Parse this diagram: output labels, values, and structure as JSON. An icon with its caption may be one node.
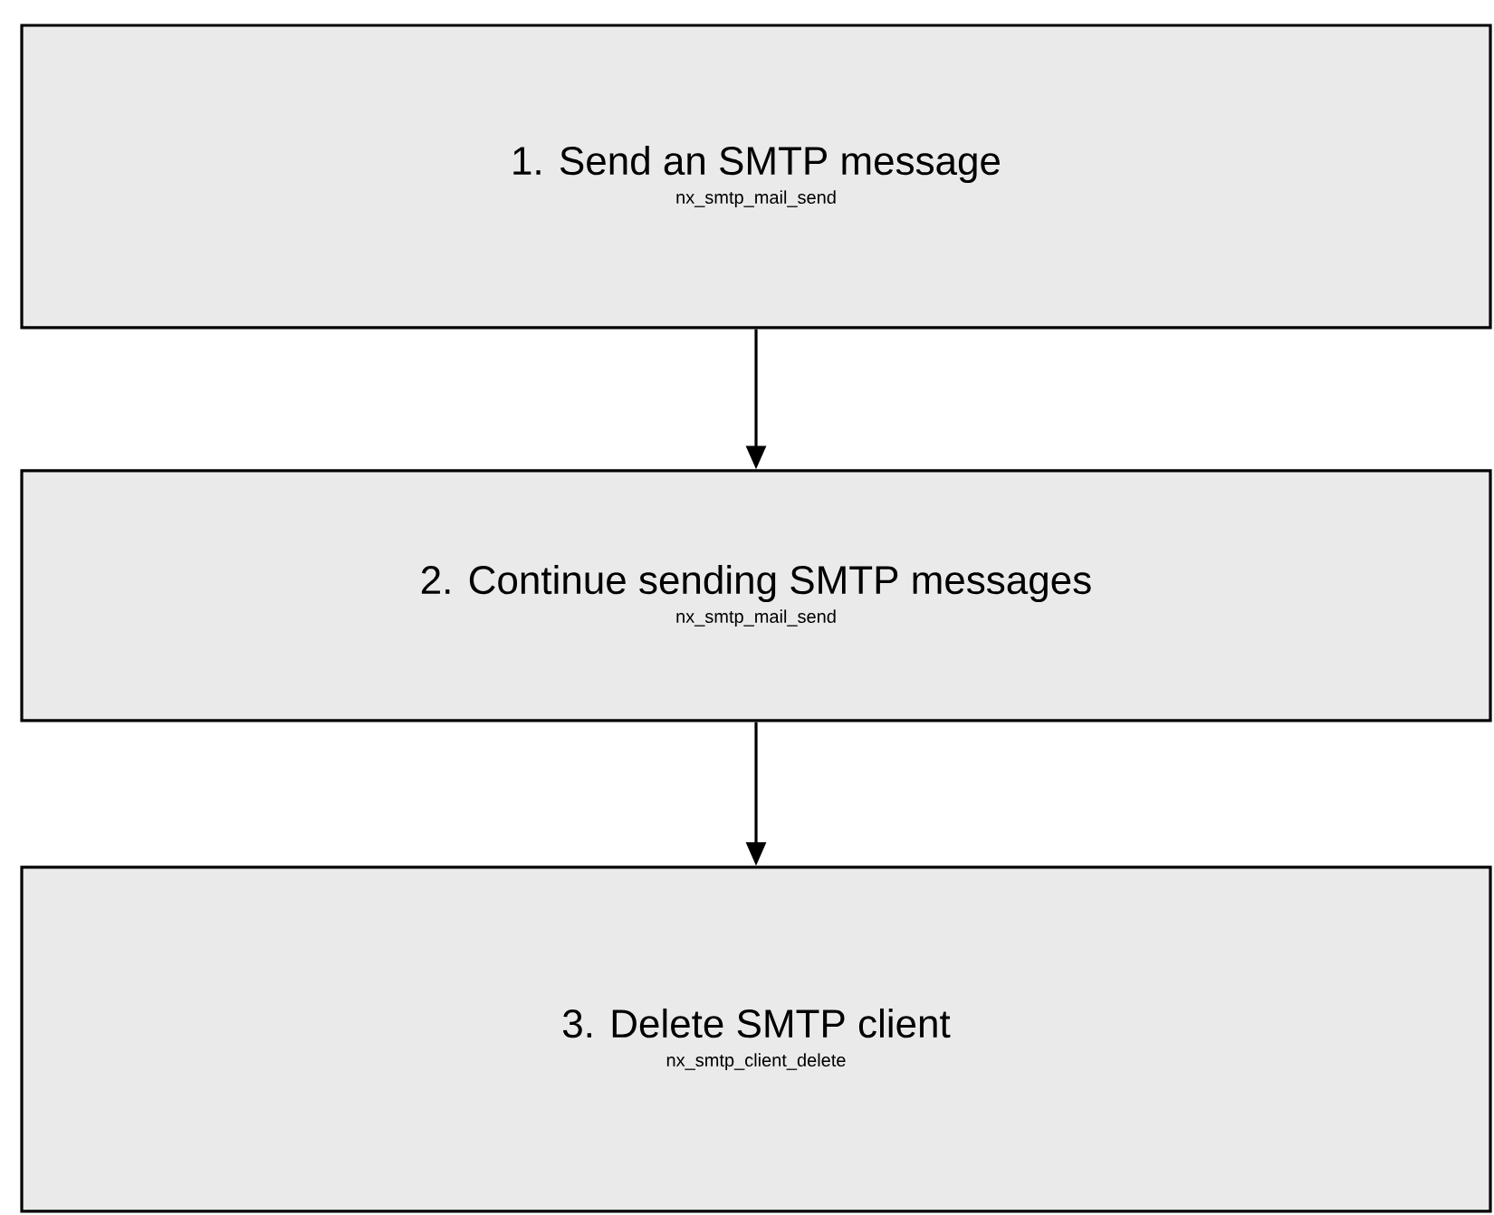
{
  "diagram": {
    "nodes": [
      {
        "text": [
          "1.    Send an SMTP message",
          "nx_smtp_mail_send"
        ]
      },
      {
        "text": [
          "2.    Continue sending SMTP messages",
          "nx_smtp_mail_send"
        ]
      },
      {
        "text": [
          "3.    Delete SMTP client",
          "nx_smtp_client_delete"
        ]
      }
    ],
    "edges": [
      {
        "from": 0,
        "to": 1,
        "arrow": "to"
      },
      {
        "from": 1,
        "to": 2,
        "arrow": "to"
      }
    ]
  }
}
